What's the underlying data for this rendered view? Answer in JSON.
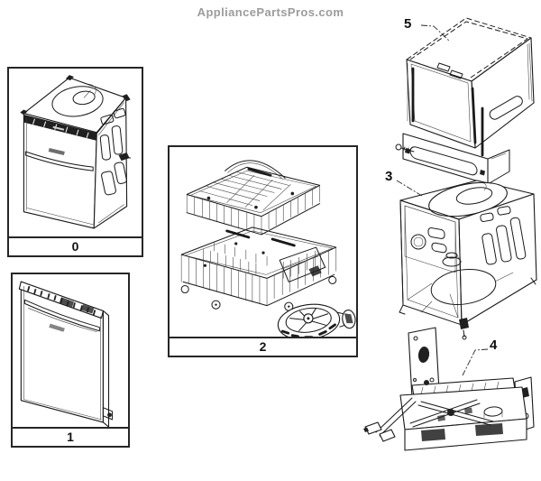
{
  "header": {
    "title": "AppliancePartsPros.com"
  },
  "figure": {
    "panels": [
      {
        "label": "0",
        "name": "complete-dishwasher-assembly"
      },
      {
        "label": "1",
        "name": "door-panel-assembly"
      },
      {
        "label": "2",
        "name": "racks-and-pump-assembly"
      }
    ],
    "callouts": [
      {
        "label": "5",
        "name": "outer-case-assembly"
      },
      {
        "label": "3",
        "name": "tub-assembly"
      },
      {
        "label": "4",
        "name": "base-assembly"
      }
    ]
  },
  "colors": {
    "line": "#1a1a1a",
    "title": "#9c9c9c",
    "background": "#ffffff"
  }
}
